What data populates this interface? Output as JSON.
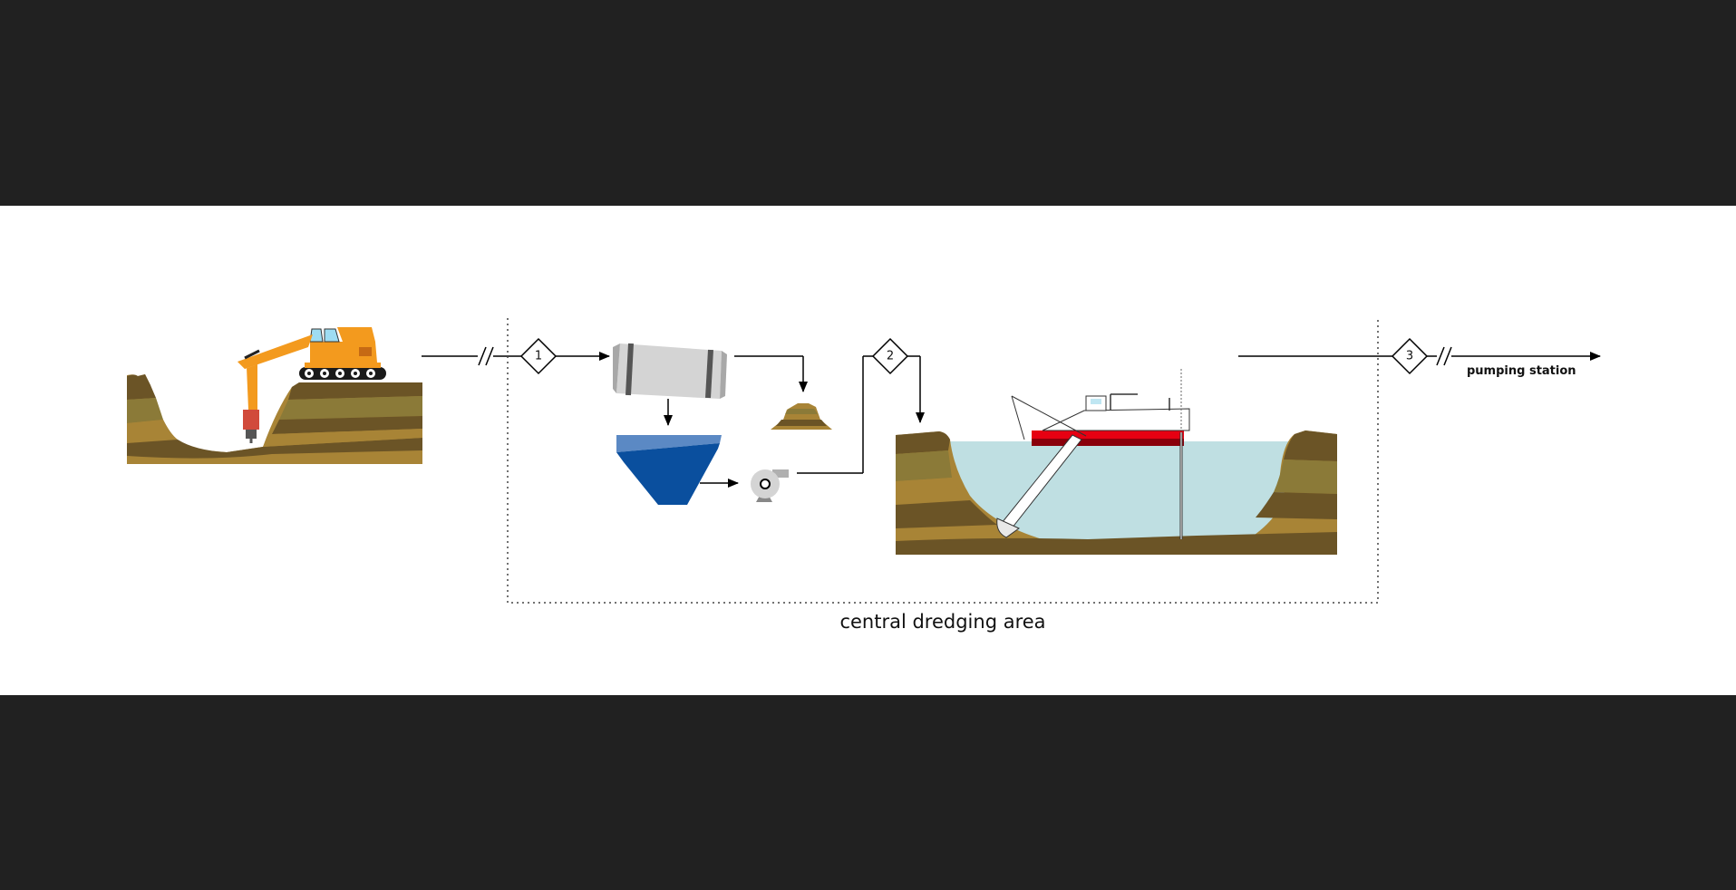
{
  "diagram": {
    "steps": [
      {
        "number": "1"
      },
      {
        "number": "2"
      },
      {
        "number": "3"
      }
    ],
    "destination_label": "pumping station",
    "area_label": "central dredging area"
  },
  "colors": {
    "background": "#212121",
    "soil_dark": "#6b5426",
    "soil_mid": "#8b7a38",
    "soil_light": "#a88436",
    "water": "#bfdfe2",
    "excavator": "#f39a1e",
    "drum": "#d4d4d4",
    "hopper": "#0a4f9e",
    "hopper_top": "#5b89c4",
    "dredger_hull": "#e60012"
  },
  "icons": [
    "excavator-icon",
    "rotary-drum-screen-icon",
    "hopper-icon",
    "pump-icon",
    "cutter-suction-dredger-icon",
    "soil-pile-icon"
  ]
}
